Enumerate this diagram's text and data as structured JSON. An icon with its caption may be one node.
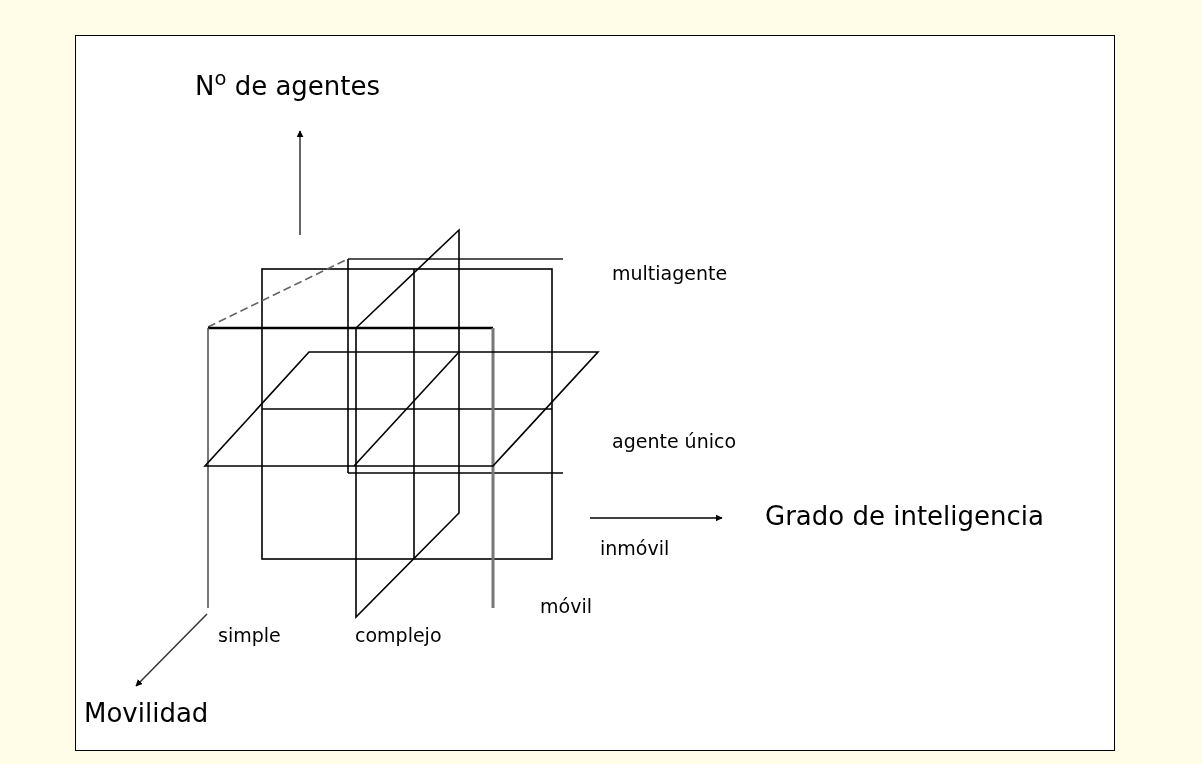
{
  "diagram": {
    "labels": [
      "N$^{o}$ de agentes",
      "multiagente",
      "agente único",
      "Grado de inteligencia",
      "inmóvil",
      "móvil",
      "simple",
      "complejo",
      "Movilidad"
    ]
  }
}
